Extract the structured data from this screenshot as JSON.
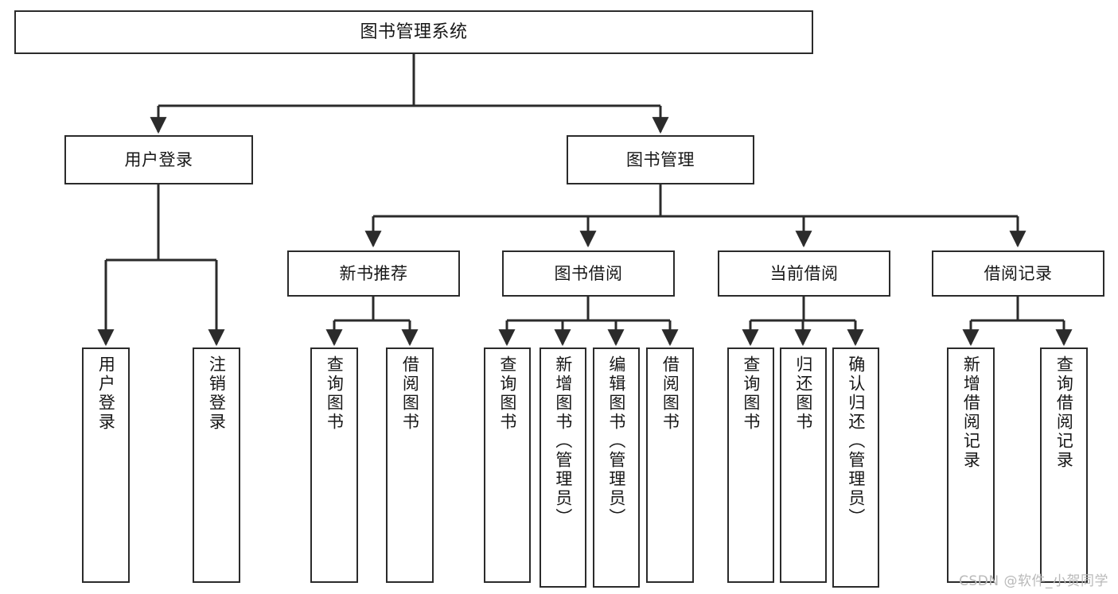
{
  "diagram": {
    "title": "图书管理系统",
    "type": "tree",
    "watermark": "CSDN @软件_小贺同学",
    "root": {
      "id": "root",
      "label": "图书管理系统"
    },
    "level1": [
      {
        "id": "user-login",
        "label": "用户登录"
      },
      {
        "id": "book-manage",
        "label": "图书管理"
      }
    ],
    "level2": [
      {
        "id": "new-book-recommend",
        "label": "新书推荐",
        "parent": "book-manage"
      },
      {
        "id": "book-borrow",
        "label": "图书借阅",
        "parent": "book-manage"
      },
      {
        "id": "current-borrow",
        "label": "当前借阅",
        "parent": "book-manage"
      },
      {
        "id": "borrow-record",
        "label": "借阅记录",
        "parent": "book-manage"
      }
    ],
    "leaves": {
      "user-login": [
        {
          "id": "leaf-user-login",
          "label": "用户登录"
        },
        {
          "id": "leaf-logout",
          "label": "注销登录"
        }
      ],
      "new-book-recommend": [
        {
          "id": "leaf-query-book-1",
          "label": "查询图书"
        },
        {
          "id": "leaf-borrow-book-1",
          "label": "借阅图书"
        }
      ],
      "book-borrow": [
        {
          "id": "leaf-query-book-2",
          "label": "查询图书"
        },
        {
          "id": "leaf-add-book",
          "label": "新增图书（管理员）"
        },
        {
          "id": "leaf-edit-book",
          "label": "编辑图书（管理员）"
        },
        {
          "id": "leaf-borrow-book-2",
          "label": "借阅图书"
        }
      ],
      "current-borrow": [
        {
          "id": "leaf-query-book-3",
          "label": "查询图书"
        },
        {
          "id": "leaf-return-book",
          "label": "归还图书"
        },
        {
          "id": "leaf-confirm-return",
          "label": "确认归还（管理员）"
        }
      ],
      "borrow-record": [
        {
          "id": "leaf-add-record",
          "label": "新增借阅记录"
        },
        {
          "id": "leaf-query-record",
          "label": "查询借阅记录"
        }
      ]
    }
  }
}
